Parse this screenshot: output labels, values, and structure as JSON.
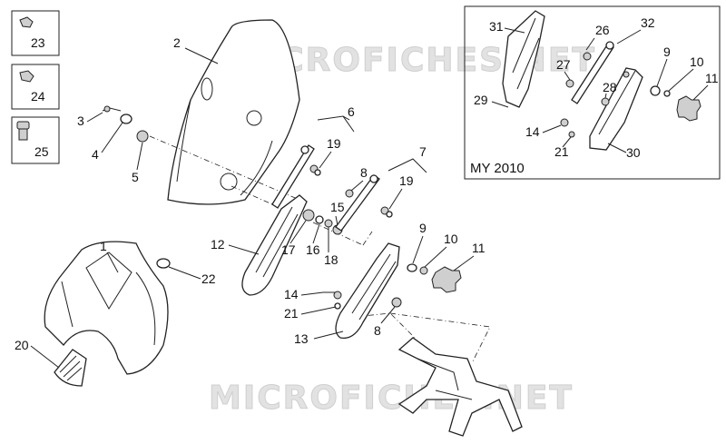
{
  "watermark": "MICROFICHES.NET",
  "inset_label": "MY 2010",
  "labels": {
    "n1": "1",
    "n2": "2",
    "n3": "3",
    "n4": "4",
    "n5": "5",
    "n6": "6",
    "n7": "7",
    "n8a": "8",
    "n8b": "8",
    "n9a": "9",
    "n9b": "9",
    "n10a": "10",
    "n10b": "10",
    "n11a": "11",
    "n11b": "11",
    "n12": "12",
    "n13": "13",
    "n14a": "14",
    "n14b": "14",
    "n15": "15",
    "n16": "16",
    "n17": "17",
    "n18": "18",
    "n19a": "19",
    "n19b": "19",
    "n20": "20",
    "n21a": "21",
    "n21b": "21",
    "n22": "22",
    "n23": "23",
    "n24": "24",
    "n25": "25",
    "n26": "26",
    "n27": "27",
    "n28": "28",
    "n29": "29",
    "n30": "30",
    "n31": "31",
    "n32": "32"
  },
  "colors": {
    "line": "#222222",
    "watermark": "#e2e2e2",
    "shade": "#cfcfcf"
  }
}
